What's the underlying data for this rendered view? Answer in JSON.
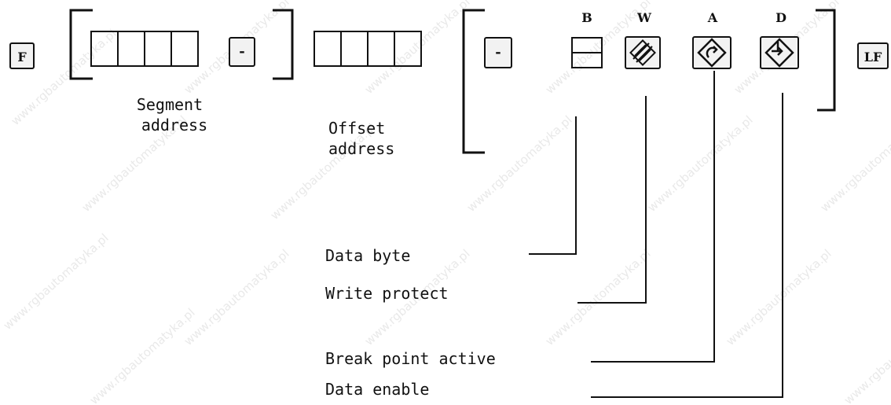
{
  "keys": {
    "function_key": "F",
    "separator_key_1": "-",
    "separator_key_2": "-",
    "line_feed_key": "LF"
  },
  "labels": {
    "segment_address_line1": "Segment",
    "segment_address_line2": "address",
    "offset_address_line1": "Offset",
    "offset_address_line2": "address"
  },
  "columns": {
    "b": "B",
    "w": "W",
    "a": "A",
    "d": "D"
  },
  "legend": {
    "data_byte": "Data byte",
    "write_protect": "Write protect",
    "break_point_active": "Break point active",
    "data_enable": "Data enable"
  },
  "watermark": "www.rgbautomatyka.pl",
  "icons": {
    "write_protect": "write-protect-icon",
    "break_point": "break-point-icon",
    "data_enable": "data-enable-icon"
  }
}
